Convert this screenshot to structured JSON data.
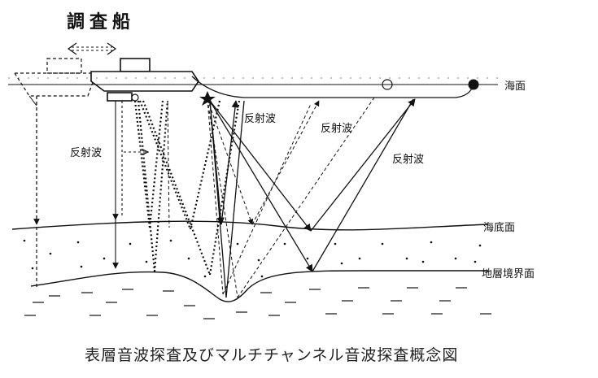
{
  "title": "調査船",
  "labels": {
    "sea_surface": "海面",
    "seabed": "海底面",
    "stratum_boundary": "地層境界面",
    "reflected_wave_left": "反射波",
    "reflected_wave_center": "反射波",
    "reflected_wave_mid": "反射波",
    "reflected_wave_right": "反射波"
  },
  "caption": "表層音波探査及びマルチチャンネル音波探査概念図",
  "colors": {
    "ink": "#111111"
  }
}
